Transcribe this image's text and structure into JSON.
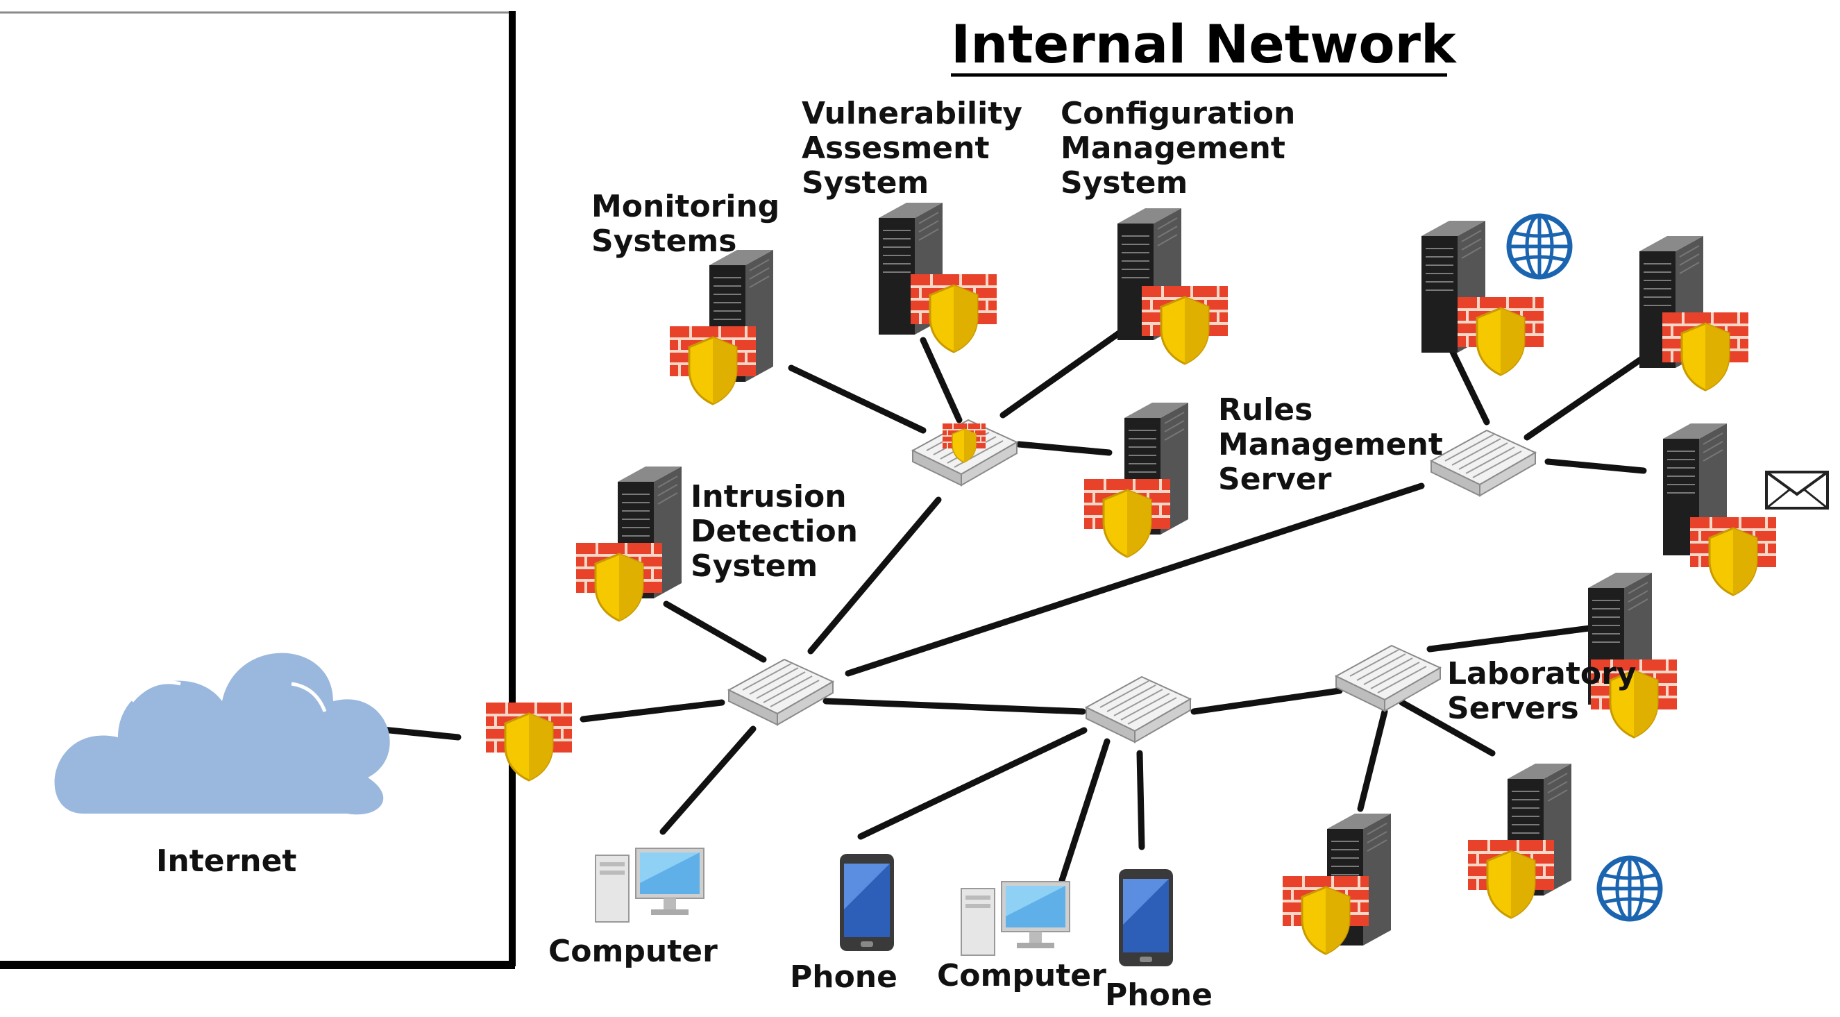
{
  "title": "Internal Network",
  "labels": {
    "internet": "Internet",
    "monitoring": [
      "Monitoring",
      "Systems"
    ],
    "vulnerability": [
      "Vulnerability",
      "Assesment",
      "System"
    ],
    "configuration": [
      "Configuration",
      "Management",
      "System"
    ],
    "rules": [
      "Rules",
      "Management",
      "Server"
    ],
    "intrusion": [
      "Intrusion",
      "Detection",
      "System"
    ],
    "laboratory": [
      "Laboratory",
      "Servers"
    ],
    "computer_left": "Computer",
    "phone_left": "Phone",
    "computer_right": "Computer",
    "phone_right": "Phone"
  },
  "icons": {
    "server": "server-rack-icon",
    "firewall": "firewall-shield-icon",
    "switch": "network-switch-icon",
    "cloud": "cloud-icon",
    "globe": "globe-icon",
    "mail": "envelope-icon",
    "computer": "desktop-computer-icon",
    "phone": "smartphone-icon"
  },
  "colors": {
    "cloud": "#9ab8de",
    "brick": "#e8432a",
    "shield": "#f5c800",
    "server": "#2f2f2f",
    "switch": "#e4e4e4",
    "globe": "#1a64b0",
    "link": "#111111"
  }
}
